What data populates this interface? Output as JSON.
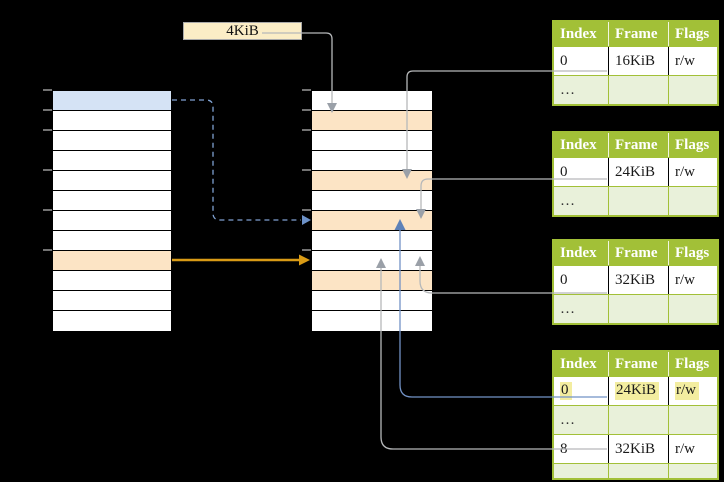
{
  "colors": {
    "diagram_bg": "#000000",
    "memory_row_blue": "#D5E3F5",
    "memory_row_orange": "#FCE4C5",
    "size_box_fill": "#FBEDC6",
    "table_green": "#A2C037",
    "table_row_green": "#E9F1DA",
    "highlight_yellow": "#F3EDA0",
    "arrow_orange": "#D99B16",
    "arrow_blue": "#7292C5",
    "connector_gray": "#B6B8BA"
  },
  "size_label": {
    "text": "4KiB"
  },
  "memory": {
    "virtual_column": {
      "row_count": 12,
      "highlights": {
        "0": "blue",
        "8": "orange"
      }
    },
    "physical_column": {
      "row_count": 12,
      "highlights": {
        "1": "orange",
        "4": "orange",
        "6": "orange",
        "9": "orange"
      }
    }
  },
  "page_tables": [
    {
      "name": "page-table-16kib",
      "headers": [
        "Index",
        "Frame",
        "Flags"
      ],
      "rows": [
        {
          "cells": [
            "0",
            "16KiB",
            "r/w"
          ],
          "shaded": false,
          "highlighted": false
        },
        {
          "cells": [
            "…",
            "",
            ""
          ],
          "shaded": true,
          "highlighted": false
        }
      ]
    },
    {
      "name": "page-table-24kib",
      "headers": [
        "Index",
        "Frame",
        "Flags"
      ],
      "rows": [
        {
          "cells": [
            "0",
            "24KiB",
            "r/w"
          ],
          "shaded": false,
          "highlighted": false
        },
        {
          "cells": [
            "…",
            "",
            ""
          ],
          "shaded": true,
          "highlighted": false
        }
      ]
    },
    {
      "name": "page-table-32kib",
      "headers": [
        "Index",
        "Frame",
        "Flags"
      ],
      "rows": [
        {
          "cells": [
            "0",
            "32KiB",
            "r/w"
          ],
          "shaded": false,
          "highlighted": false
        },
        {
          "cells": [
            "…",
            "",
            ""
          ],
          "shaded": true,
          "highlighted": false
        }
      ]
    },
    {
      "name": "page-table-active",
      "headers": [
        "Index",
        "Frame",
        "Flags"
      ],
      "rows": [
        {
          "cells": [
            "0",
            "24KiB",
            "r/w"
          ],
          "shaded": false,
          "highlighted": true
        },
        {
          "cells": [
            "…",
            "",
            ""
          ],
          "shaded": true,
          "highlighted": false
        },
        {
          "cells": [
            "8",
            "32KiB",
            "r/w"
          ],
          "shaded": false,
          "highlighted": false
        },
        {
          "cells": [
            "…",
            "",
            ""
          ],
          "shaded": true,
          "highlighted": false
        }
      ]
    }
  ],
  "connections": [
    {
      "from": "size-label-4kib",
      "to": "physical-frame-4kib",
      "style": "gray"
    },
    {
      "from": "page-table-16kib-row-0",
      "to": "physical-frame-16kib",
      "style": "gray"
    },
    {
      "from": "page-table-24kib-row-0",
      "to": "physical-frame-24kib",
      "style": "gray"
    },
    {
      "from": "page-table-32kib-row-0",
      "to": "physical-frame-32kib",
      "style": "gray"
    },
    {
      "from": "page-table-active-row-0",
      "to": "physical-frame-24kib",
      "style": "blue"
    },
    {
      "from": "page-table-active-row-8",
      "to": "physical-frame-32kib",
      "style": "gray"
    },
    {
      "from": "virtual-row-0",
      "to": "physical-frame-24kib",
      "style": "blue-dashed"
    },
    {
      "from": "virtual-row-8",
      "to": "physical-frame-32kib",
      "style": "orange"
    }
  ]
}
